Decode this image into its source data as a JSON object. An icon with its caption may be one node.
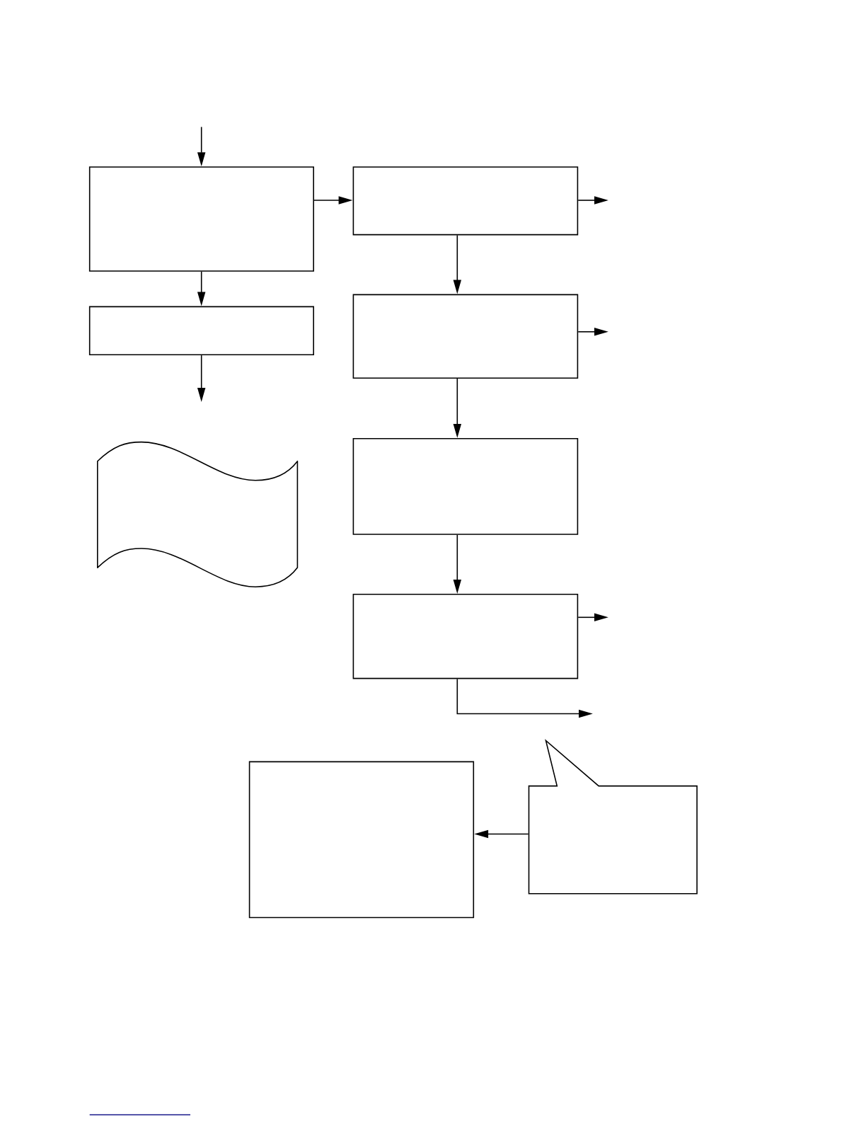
{
  "diagram": {
    "nodes": [
      {
        "text": [],
        "shape": "box"
      },
      {
        "text": [],
        "shape": "box"
      },
      {
        "text": [],
        "shape": "box"
      },
      {
        "text": [],
        "shape": "box"
      },
      {
        "text": [],
        "shape": "tape"
      },
      {
        "text": [],
        "shape": "box"
      },
      {
        "text": [],
        "shape": "box"
      },
      {
        "text": [],
        "shape": "box"
      },
      {
        "text": [],
        "shape": "callout"
      }
    ],
    "edges": [
      {
        "from": null,
        "to": 0,
        "arrow": "to"
      },
      {
        "from": 0,
        "to": 1,
        "arrow": "to"
      },
      {
        "from": 1,
        "to": null,
        "arrow": "to"
      },
      {
        "from": 0,
        "to": 2,
        "arrow": "to"
      },
      {
        "from": 2,
        "to": null,
        "arrow": "to"
      },
      {
        "from": 1,
        "to": 3,
        "arrow": "to"
      },
      {
        "from": 3,
        "to": null,
        "arrow": "to"
      },
      {
        "from": 3,
        "to": 5,
        "arrow": "to"
      },
      {
        "from": 5,
        "to": 6,
        "arrow": "to"
      },
      {
        "from": 6,
        "to": null,
        "arrow": "to"
      },
      {
        "from": 6,
        "to": null,
        "arrow": "to"
      },
      {
        "from": 8,
        "to": 7,
        "arrow": "to"
      }
    ]
  }
}
